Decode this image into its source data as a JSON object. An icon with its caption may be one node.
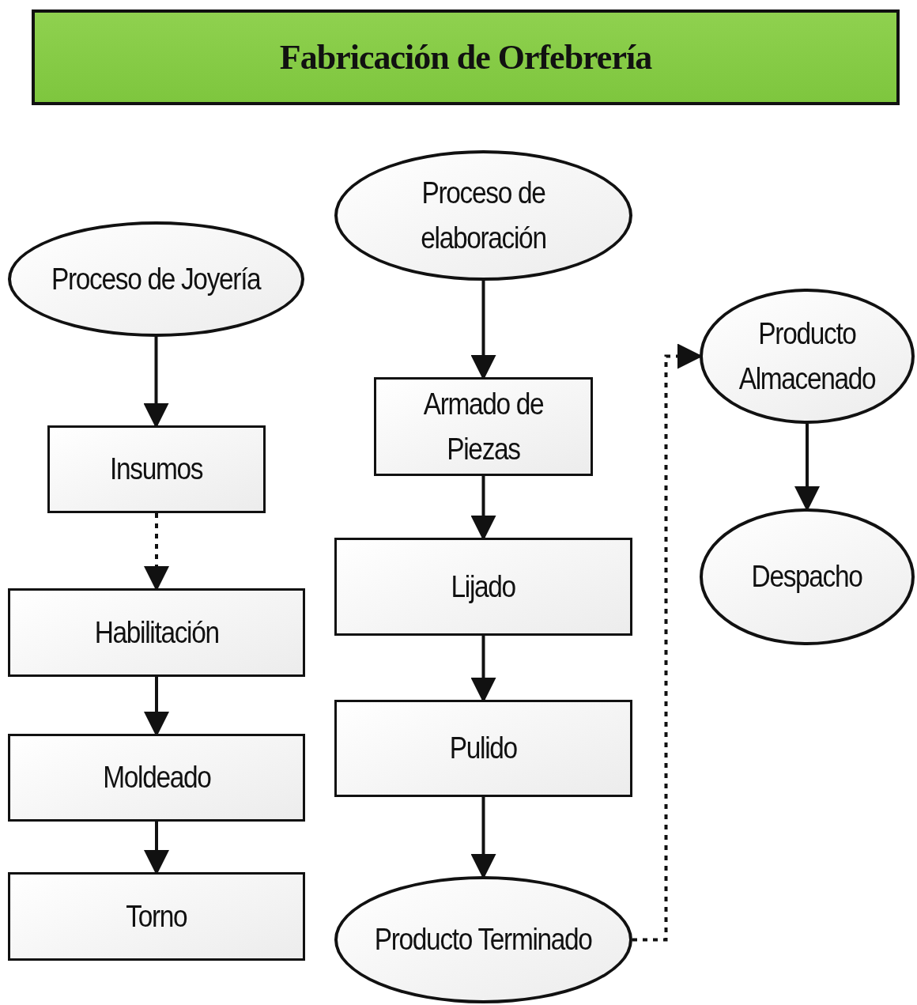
{
  "diagram": {
    "title": "Fabricación de Orfebrería",
    "nodes": [
      {
        "text": [
          "Proceso de Joyería"
        ]
      },
      {
        "text": [
          "Insumos"
        ]
      },
      {
        "text": [
          "Habilitación"
        ]
      },
      {
        "text": [
          "Moldeado"
        ]
      },
      {
        "text": [
          "Torno"
        ]
      },
      {
        "text": [
          "Proceso de elaboración"
        ]
      },
      {
        "text": [
          "Armado de Piezas"
        ]
      },
      {
        "text": [
          "Lijado"
        ]
      },
      {
        "text": [
          "Pulido"
        ]
      },
      {
        "text": [
          "Producto Terminado"
        ]
      },
      {
        "text": [
          "Producto Almacenado"
        ]
      },
      {
        "text": [
          "Despacho"
        ]
      }
    ],
    "edges": [
      {
        "from": 0,
        "to": 1,
        "arrow": "to"
      },
      {
        "from": 1,
        "to": 2,
        "arrow": "to",
        "style": "dashed"
      },
      {
        "from": 2,
        "to": 3,
        "arrow": "to"
      },
      {
        "from": 3,
        "to": 4,
        "arrow": "to"
      },
      {
        "from": 5,
        "to": 6,
        "arrow": "to"
      },
      {
        "from": 6,
        "to": 7,
        "arrow": "to"
      },
      {
        "from": 7,
        "to": 8,
        "arrow": "to"
      },
      {
        "from": 8,
        "to": 9,
        "arrow": "to"
      },
      {
        "from": 9,
        "to": 10,
        "arrow": "to",
        "style": "dashed"
      },
      {
        "from": 10,
        "to": 11,
        "arrow": "to"
      }
    ]
  }
}
